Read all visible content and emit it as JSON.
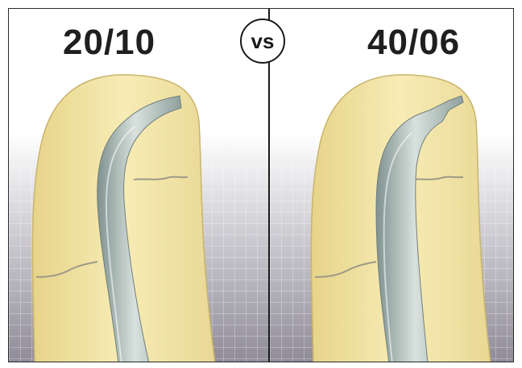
{
  "comparison": {
    "left_label": "20/10",
    "right_label": "40/06",
    "vs_label": "vs"
  },
  "colors": {
    "tooth": "#f3e6a6",
    "tooth_edge": "#cbb56a",
    "canal": "#b9c8c5",
    "grid": "#a9a6b1",
    "divider": "#1a1a1a"
  }
}
